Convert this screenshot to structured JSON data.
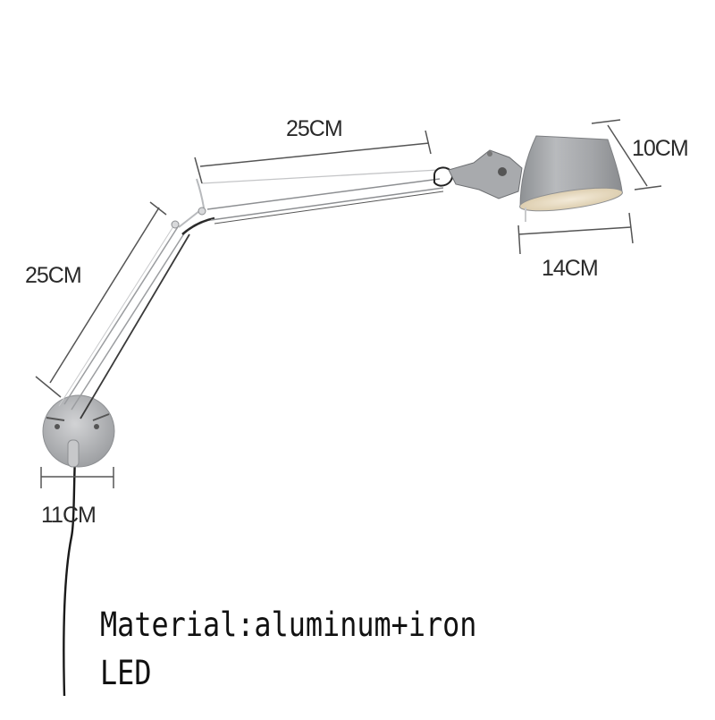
{
  "diagram": {
    "subject": "Swing-arm wall lamp",
    "dimensions": {
      "upper_arm": "25CM",
      "lower_arm": "25CM",
      "shade_height": "10CM",
      "shade_width": "14CM",
      "base_diameter": "11CM"
    },
    "specs": {
      "material": "Material:aluminum+iron",
      "light_source": "LED"
    },
    "colors": {
      "background": "#ffffff",
      "dimension_line": "#555555",
      "label_text": "#2a2a2a",
      "metal": "#a9abae",
      "shade_inner": "#e9dcc2",
      "cord": "#1a1a1a"
    }
  }
}
